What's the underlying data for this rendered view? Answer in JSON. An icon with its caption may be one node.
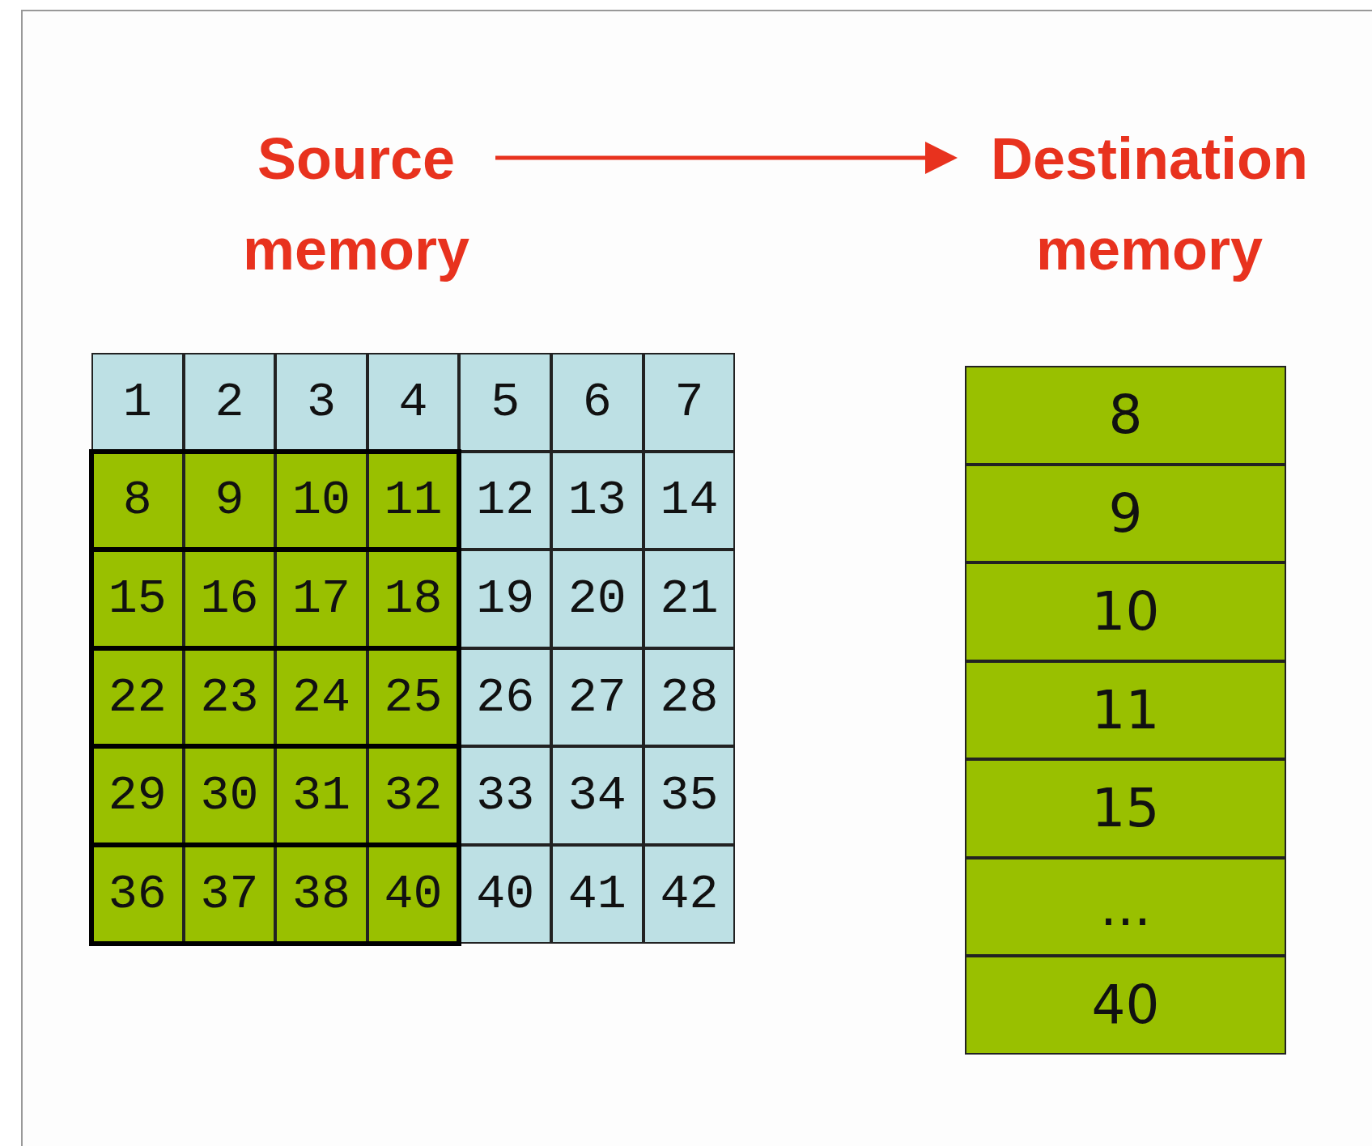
{
  "diagram": {
    "nodes": [
      {
        "text": [
          "Source memory"
        ]
      },
      {
        "text": [
          "Destination memory"
        ]
      }
    ],
    "edges": [
      {
        "from": 0,
        "to": 1,
        "arrow": "to",
        "color": "#e8321e"
      }
    ],
    "labels": [
      "1",
      "2",
      "3",
      "4",
      "5",
      "6",
      "7",
      "8",
      "9",
      "10",
      "11",
      "12",
      "13",
      "14",
      "15",
      "16",
      "17",
      "18",
      "19",
      "20",
      "21",
      "22",
      "23",
      "24",
      "25",
      "26",
      "27",
      "28",
      "29",
      "30",
      "31",
      "32",
      "33",
      "34",
      "35",
      "36",
      "37",
      "38",
      "40",
      "40",
      "41",
      "42",
      "8",
      "9",
      "10",
      "11",
      "15",
      "...",
      "40"
    ]
  }
}
